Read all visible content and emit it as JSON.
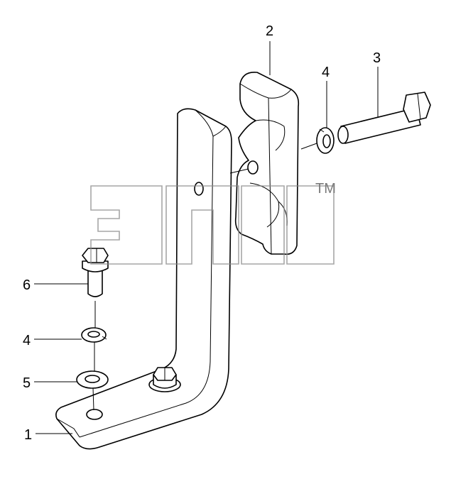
{
  "callouts": [
    {
      "id": "1",
      "text": "1"
    },
    {
      "id": "2",
      "text": "2"
    },
    {
      "id": "3",
      "text": "3"
    },
    {
      "id": "4a",
      "text": "4"
    },
    {
      "id": "4b",
      "text": "4"
    },
    {
      "id": "5",
      "text": "5"
    },
    {
      "id": "6",
      "text": "6"
    }
  ],
  "watermark": {
    "trademark": "TM"
  },
  "colors": {
    "line": "#000000",
    "background": "#ffffff",
    "watermark": "#8a8a8a"
  }
}
